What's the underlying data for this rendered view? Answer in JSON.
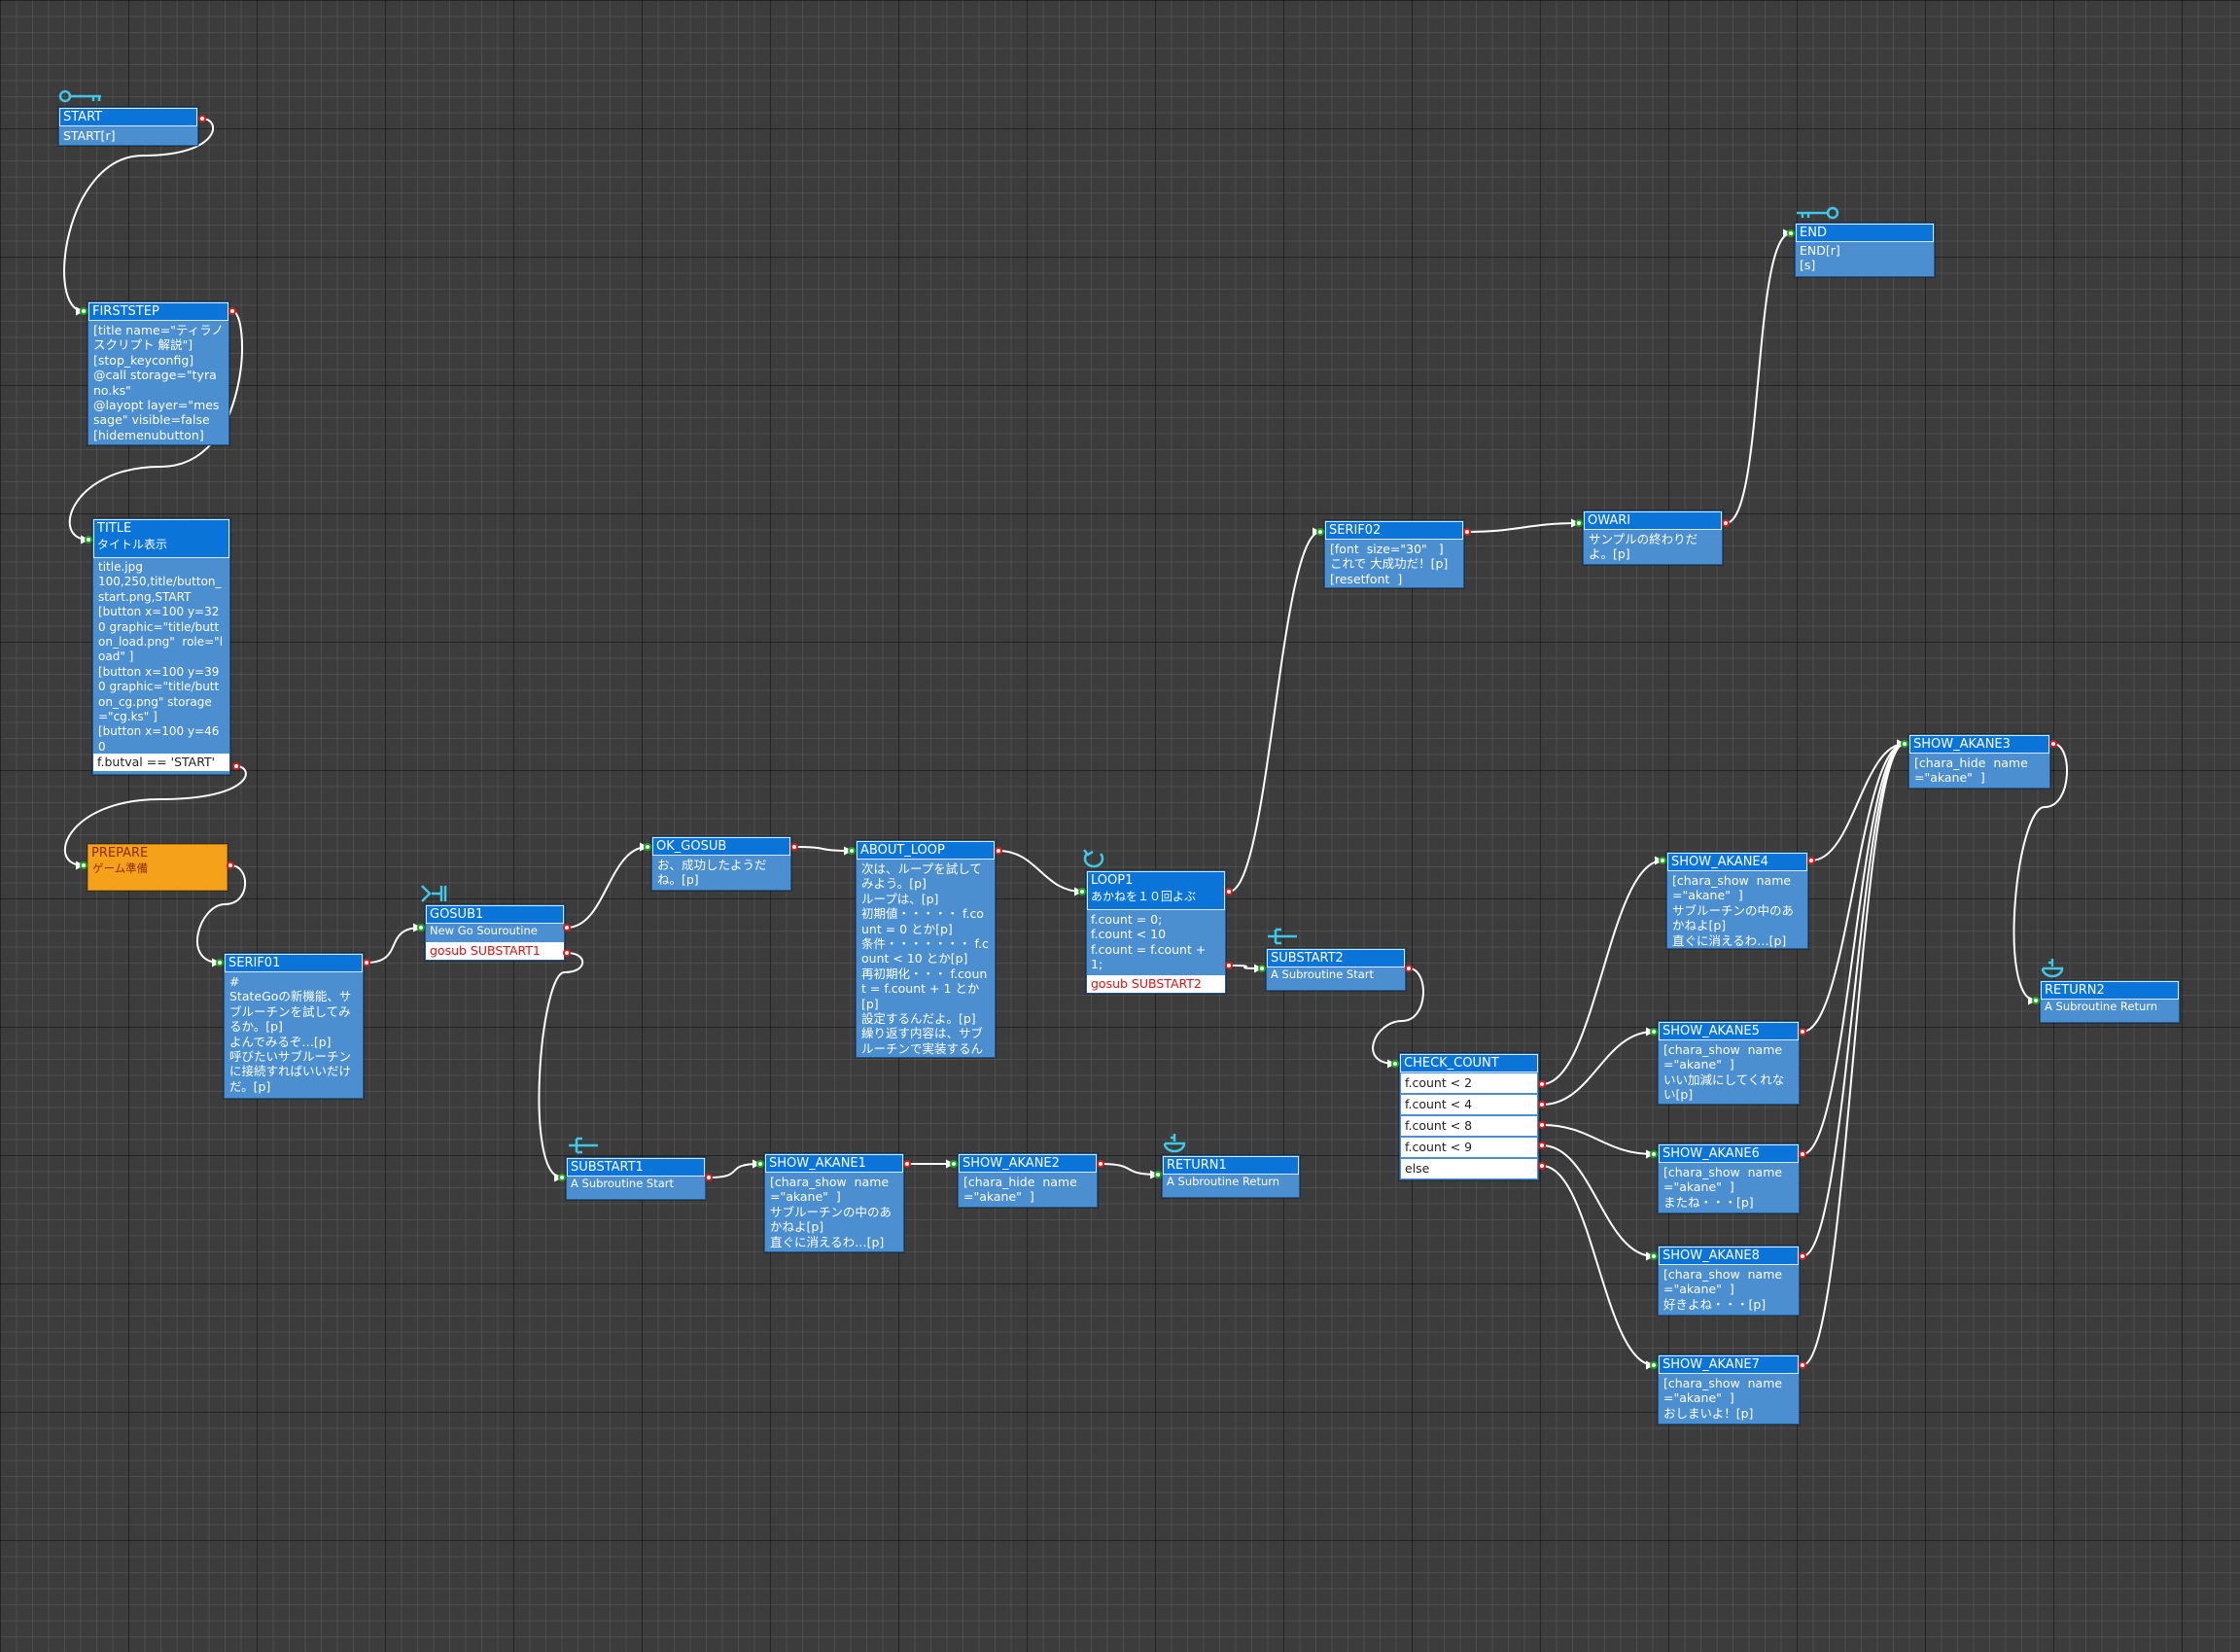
{
  "nodes": [
    {
      "id": "START",
      "header": "START",
      "rows": [
        "START[r]"
      ]
    },
    {
      "id": "FIRSTSTEP",
      "header": "FIRSTSTEP",
      "body": "[title name=\"ティラノスクリプト 解説\"]\n[stop_keyconfig]\n@call storage=\"tyrano.ks\"\n@layopt layer=\"message\" visible=false\n[hidemenubutton]"
    },
    {
      "id": "TITLE",
      "header": "TITLE",
      "subtitle": "タイトル表示",
      "body": "title.jpg\n100,250,title/button_start.png,START\n[button x=100 y=320 graphic=\"title/button_load.png\"  role=\"load\" ]\n[button x=100 y=390 graphic=\"title/button_cg.png\" storage=\"cg.ks\" ]\n[button x=100 y=460",
      "cond": [
        "f.butval == 'START'"
      ]
    },
    {
      "id": "PREPARE",
      "header": "PREPARE",
      "subtitle": "ゲーム準備"
    },
    {
      "id": "SERIF01",
      "header": "SERIF01",
      "body": "#\nStateGoの新機能、サブルーチンを試してみるか。[p]\nよんでみるぞ…[p]\n呼びたいサブルーチンに接続すればいいだけだ。[p]"
    },
    {
      "id": "GOSUB1",
      "header": "GOSUB1",
      "subtitle": "New Go Souroutine",
      "cond_red": [
        "gosub SUBSTART1"
      ]
    },
    {
      "id": "OK_GOSUB",
      "header": "OK_GOSUB",
      "body": "お、成功したようだね。[p]"
    },
    {
      "id": "ABOUT_LOOP",
      "header": "ABOUT_LOOP",
      "body": "次は、ループを試してみよう。[p]\nループは、[p]\n初期値・・・・・ f.count = 0 とか[p]\n条件・・・・・・・ f.count < 10 とか[p]\n再初期化・・・ f.count = f.count + 1 とか [p]\n設定するんだよ。[p]\n繰り返す内容は、サブルーチンで実装するん"
    },
    {
      "id": "LOOP1",
      "header": "LOOP1",
      "subtitle": "あかねを１０回よぶ",
      "rows": [
        "f.count = 0;",
        "f.count < 10",
        "f.count = f.count + 1;"
      ],
      "cond_red": [
        "gosub SUBSTART2"
      ]
    },
    {
      "id": "SERIF02",
      "header": "SERIF02",
      "body": "[font  size=\"30\"   ]\nこれで 大成功だ！[p]\n[resetfont  ]"
    },
    {
      "id": "OWARI",
      "header": "OWARI",
      "body": "サンプルの終わりだよ。[p]"
    },
    {
      "id": "END",
      "header": "END",
      "rows": [
        "END[r]",
        "[s]"
      ]
    },
    {
      "id": "SUBSTART1",
      "header": "SUBSTART1",
      "subtitle": "A Subroutine Start"
    },
    {
      "id": "SHOW_AKANE1",
      "header": "SHOW_AKANE1",
      "body": "[chara_show  name=\"akane\"  ]\nサブルーチンの中のあかねよ[p]\n直ぐに消えるわ…[p]"
    },
    {
      "id": "SHOW_AKANE2",
      "header": "SHOW_AKANE2",
      "body": "[chara_hide  name=\"akane\"  ]"
    },
    {
      "id": "RETURN1",
      "header": "RETURN1",
      "subtitle": "A Subroutine Return"
    },
    {
      "id": "SUBSTART2",
      "header": "SUBSTART2",
      "subtitle": "A Subroutine Start"
    },
    {
      "id": "CHECK_COUNT",
      "header": "CHECK_COUNT",
      "conds": [
        "f.count < 2",
        "f.count < 4",
        "f.count < 8",
        "f.count < 9",
        "else"
      ]
    },
    {
      "id": "SHOW_AKANE4",
      "header": "SHOW_AKANE4",
      "body": "[chara_show  name=\"akane\"  ]\nサブルーチンの中のあかねよ[p]\n直ぐに消えるわ…[p]"
    },
    {
      "id": "SHOW_AKANE5",
      "header": "SHOW_AKANE5",
      "body": "[chara_show  name=\"akane\"  ]\nいい加減にしてくれない[p]"
    },
    {
      "id": "SHOW_AKANE6",
      "header": "SHOW_AKANE6",
      "body": "[chara_show  name=\"akane\"  ]\nまたね・・・[p]"
    },
    {
      "id": "SHOW_AKANE8",
      "header": "SHOW_AKANE8",
      "body": "[chara_show  name=\"akane\"  ]\n好きよね・・・[p]"
    },
    {
      "id": "SHOW_AKANE7",
      "header": "SHOW_AKANE7",
      "body": "[chara_show  name=\"akane\"  ]\nおしまいよ！[p]"
    },
    {
      "id": "SHOW_AKANE3",
      "header": "SHOW_AKANE3",
      "body": "[chara_hide  name=\"akane\"  ]"
    },
    {
      "id": "RETURN2",
      "header": "RETURN2",
      "subtitle": "A Subroutine Return"
    }
  ],
  "edges": [
    [
      "START",
      "FIRSTSTEP"
    ],
    [
      "FIRSTSTEP",
      "TITLE"
    ],
    [
      "TITLE",
      "PREPARE"
    ],
    [
      "PREPARE",
      "SERIF01"
    ],
    [
      "SERIF01",
      "GOSUB1"
    ],
    [
      "GOSUB1",
      "OK_GOSUB"
    ],
    [
      "GOSUB1",
      "SUBSTART1"
    ],
    [
      "OK_GOSUB",
      "ABOUT_LOOP"
    ],
    [
      "ABOUT_LOOP",
      "LOOP1"
    ],
    [
      "LOOP1",
      "SERIF02"
    ],
    [
      "LOOP1",
      "SUBSTART2"
    ],
    [
      "SERIF02",
      "OWARI"
    ],
    [
      "OWARI",
      "END"
    ],
    [
      "SUBSTART1",
      "SHOW_AKANE1"
    ],
    [
      "SHOW_AKANE1",
      "SHOW_AKANE2"
    ],
    [
      "SHOW_AKANE2",
      "RETURN1"
    ],
    [
      "SUBSTART2",
      "CHECK_COUNT"
    ],
    [
      "CHECK_COUNT",
      "SHOW_AKANE4"
    ],
    [
      "CHECK_COUNT",
      "SHOW_AKANE5"
    ],
    [
      "CHECK_COUNT",
      "SHOW_AKANE6"
    ],
    [
      "CHECK_COUNT",
      "SHOW_AKANE8"
    ],
    [
      "CHECK_COUNT",
      "SHOW_AKANE7"
    ],
    [
      "SHOW_AKANE4",
      "SHOW_AKANE3"
    ],
    [
      "SHOW_AKANE5",
      "SHOW_AKANE3"
    ],
    [
      "SHOW_AKANE6",
      "SHOW_AKANE3"
    ],
    [
      "SHOW_AKANE8",
      "SHOW_AKANE3"
    ],
    [
      "SHOW_AKANE7",
      "SHOW_AKANE3"
    ],
    [
      "SHOW_AKANE3",
      "RETURN2"
    ]
  ],
  "icons": {
    "START": "start-key-icon",
    "END": "end-key-icon",
    "GOSUB1": "gosub-icon",
    "LOOP1": "loop-icon",
    "SUBSTART1": "subroutine-start-icon",
    "SUBSTART2": "subroutine-start-icon",
    "RETURN1": "subroutine-return-icon",
    "RETURN2": "subroutine-return-icon"
  },
  "colors": {
    "node": "#4b8fd0",
    "header": "#0a74d8",
    "orange": "#f5a21a",
    "edge": "#ffffff",
    "in_pin": "#18a818",
    "out_pin": "#e01818"
  }
}
